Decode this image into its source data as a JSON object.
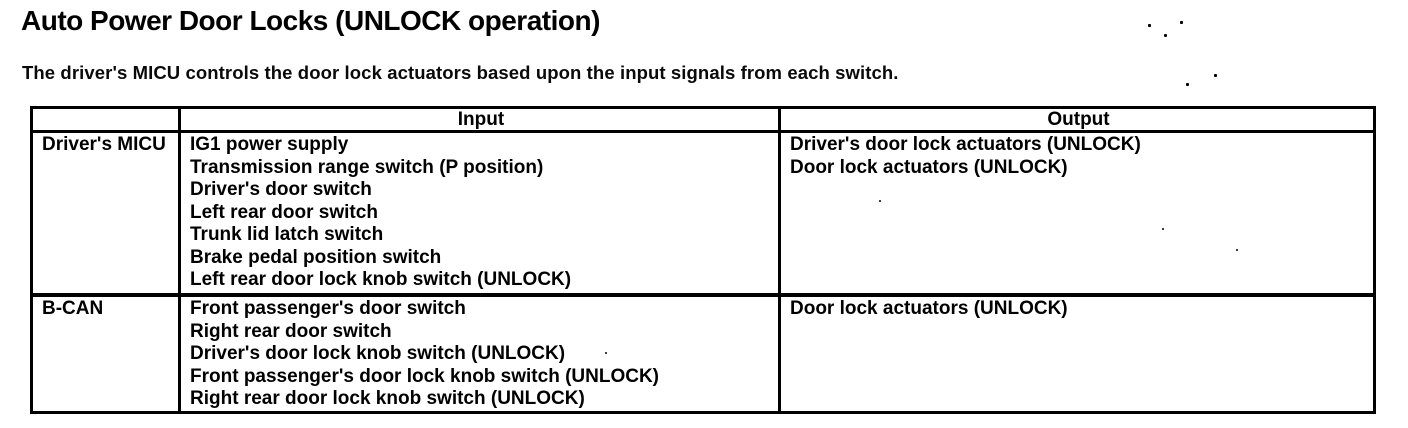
{
  "page": {
    "title": "Auto Power Door Locks (UNLOCK operation)",
    "intro": "The driver's MICU controls the door lock actuators based upon the input signals from each switch."
  },
  "table": {
    "headers": [
      "",
      "Input",
      "Output"
    ],
    "rows": [
      {
        "source": "Driver's MICU",
        "inputs": [
          "IG1 power supply",
          "Transmission range switch (P position)",
          "Driver's door switch",
          "Left rear door switch",
          "Trunk lid latch switch",
          "Brake pedal position switch",
          "Left rear door lock knob switch (UNLOCK)"
        ],
        "outputs": [
          "Driver's door lock actuators (UNLOCK)",
          "Door lock actuators (UNLOCK)"
        ]
      },
      {
        "source": "B-CAN",
        "inputs": [
          "Front passenger's door switch",
          "Right rear door switch",
          "Driver's door lock knob switch (UNLOCK)",
          "Front passenger's door lock knob switch (UNLOCK)",
          "Right rear door lock knob switch (UNLOCK)"
        ],
        "outputs": [
          "Door lock actuators (UNLOCK)"
        ]
      }
    ]
  }
}
